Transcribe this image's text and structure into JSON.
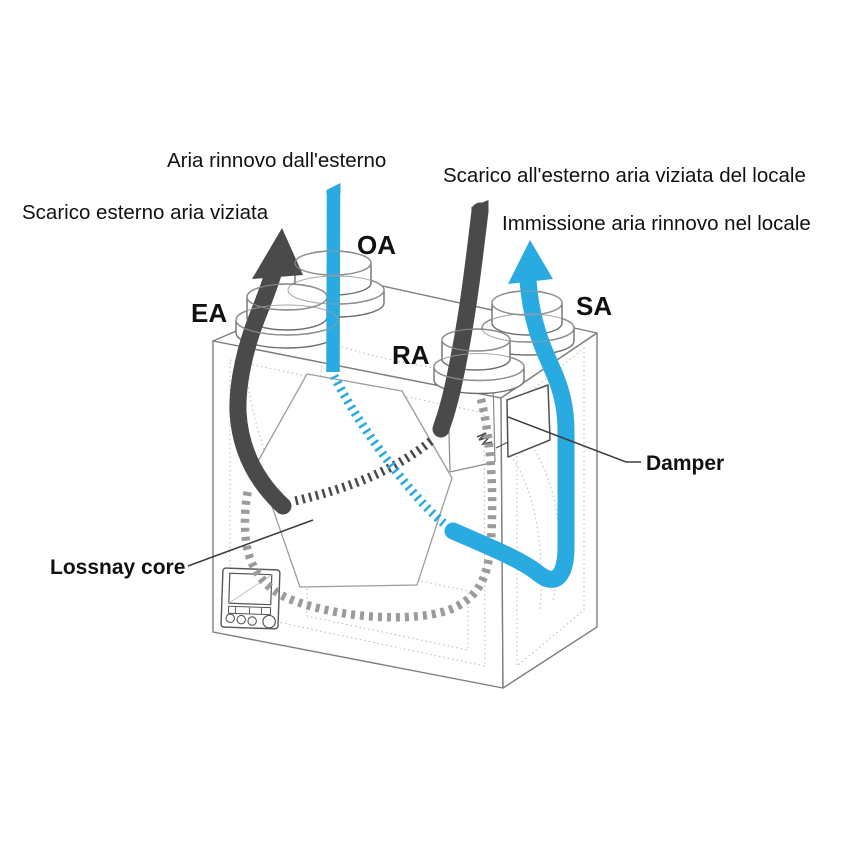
{
  "diagram": {
    "type": "lossnay-heat-recovery-ventilator-airflow-diagram",
    "flow_labels": {
      "oa": "Aria rinnovo dall'esterno",
      "ea": "Scarico esterno aria viziata",
      "ra": "Scarico all'esterno aria viziata del locale",
      "sa": "Immissione aria rinnovo nel locale"
    },
    "port_labels": {
      "ea": "EA",
      "oa": "OA",
      "ra": "RA",
      "sa": "SA"
    },
    "component_labels": {
      "damper": "Damper",
      "core": "Lossnay core"
    },
    "colors": {
      "fresh_air": "#29ABE2",
      "exhaust_air": "#4A4A4A",
      "bypass_dash": "#9B9B9B",
      "outline_gray": "#7E7E7E"
    }
  }
}
